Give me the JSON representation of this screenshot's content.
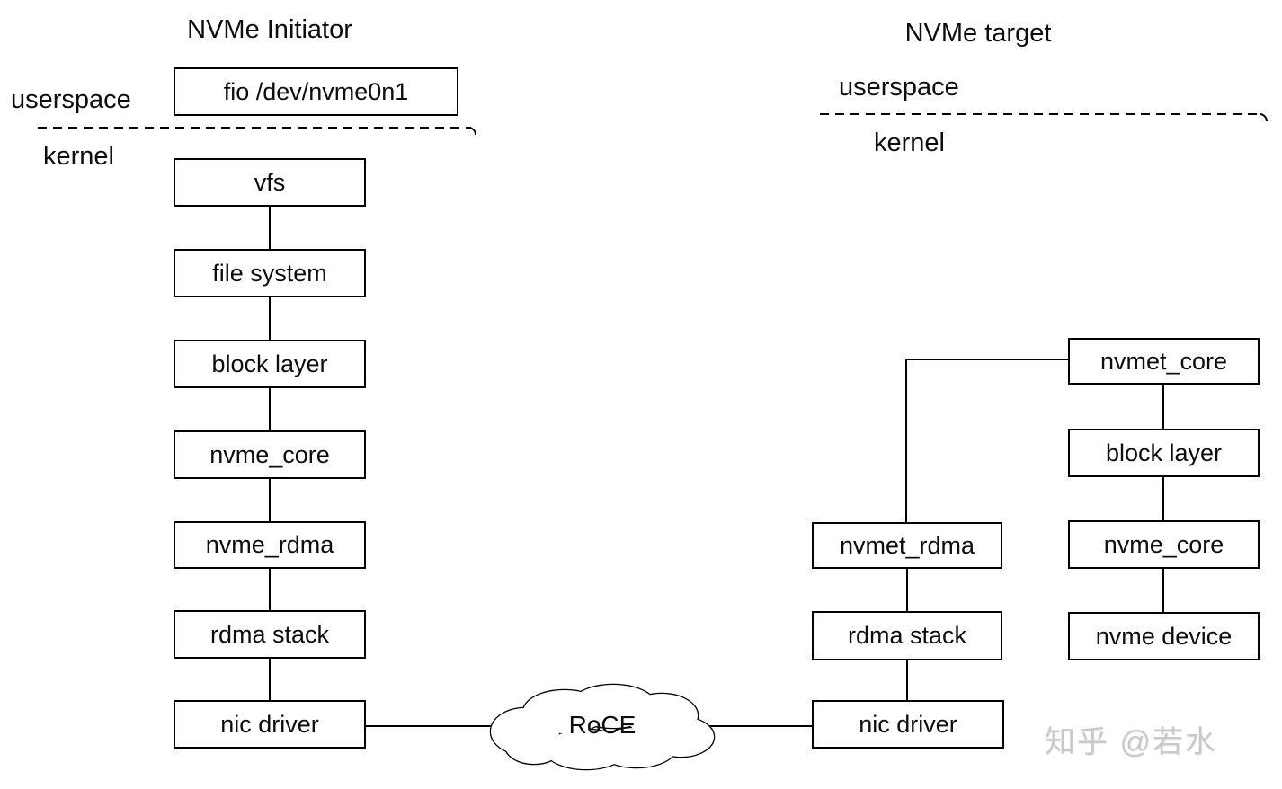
{
  "initiator": {
    "title": "NVMe Initiator",
    "userspace_label": "userspace",
    "kernel_label": "kernel",
    "userspace_app": "fio /dev/nvme0n1",
    "stack": [
      "vfs",
      "file system",
      "block layer",
      "nvme_core",
      "nvme_rdma",
      "rdma stack",
      "nic driver"
    ]
  },
  "target": {
    "title": "NVMe target",
    "userspace_label": "userspace",
    "kernel_label": "kernel",
    "rdma_stack": [
      "nvmet_rdma",
      "rdma stack",
      "nic driver"
    ],
    "device_stack": [
      "nvmet_core",
      "block layer",
      "nvme_core",
      "nvme device"
    ]
  },
  "network": {
    "label": "RoCE"
  },
  "watermark": {
    "text": "知乎 @若水"
  },
  "colors": {
    "line": "#000000",
    "background": "#ffffff",
    "text": "#0d0d0d",
    "watermark": "#c9c9c9"
  }
}
